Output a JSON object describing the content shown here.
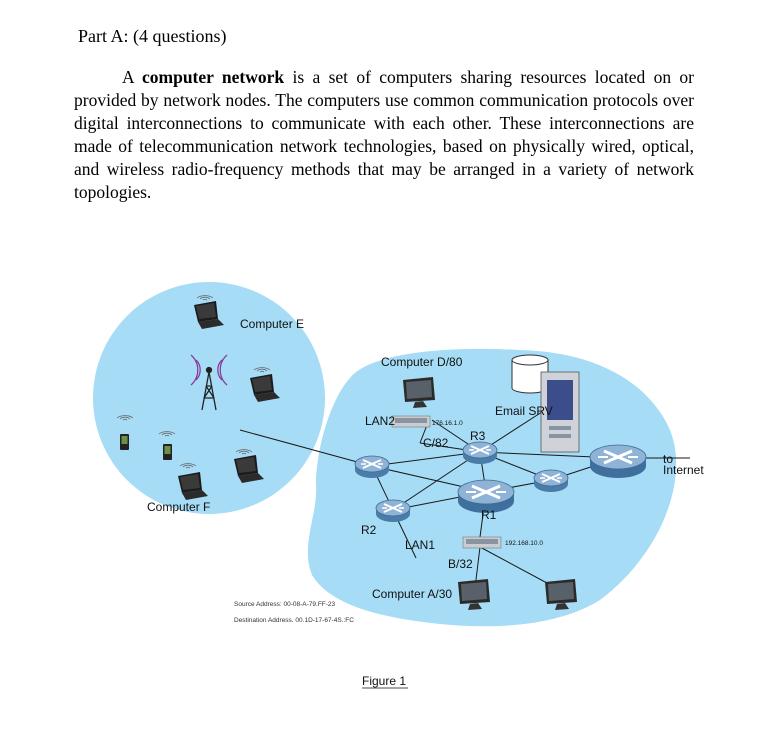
{
  "heading": "Part A: (4 questions)",
  "paragraph": {
    "lead": "A ",
    "term": "computer network",
    "rest": " is a set of computers sharing resources located on or provided by network nodes. The computers use common communication protocols over digital interconnections to communicate with each other. These interconnections are made of telecommunication network technologies, based on physically wired, optical, and wireless radio-frequency methods that may be arranged in a variety of network topologies."
  },
  "figure": {
    "caption": "Figure 1",
    "labels": {
      "computer_e": "Computer E",
      "computer_f": "Computer F",
      "computer_d": "Computer D/80",
      "email_srv": "Email SRV",
      "lan2": "LAN2",
      "c82": "C/82",
      "r3": "R3",
      "r1": "R1",
      "r2": "R2",
      "lan1": "LAN1",
      "b32": "B/32",
      "computer_a": "Computer A/30",
      "to": "to",
      "internet": "Internet",
      "ip_lan2": "176.16.1.0",
      "ip_lan1": "192.168.10.0",
      "source_address": "Source Address: 00-08-A-79.FF-23",
      "destination_address": "Destination Address. 00.1D-17-67-4S.:FC"
    }
  }
}
